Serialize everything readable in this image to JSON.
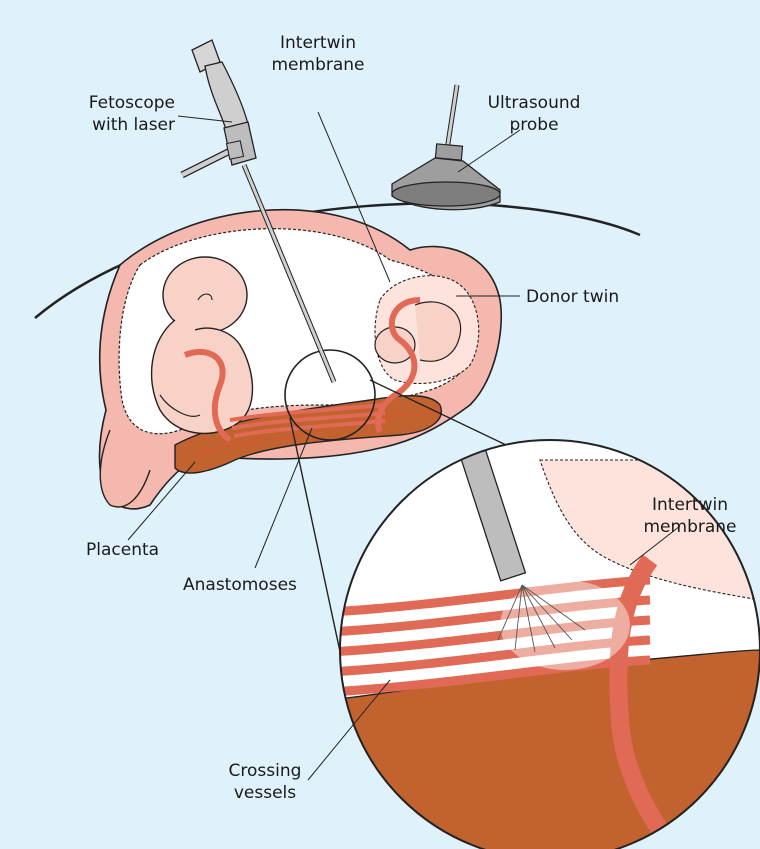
{
  "colors": {
    "background": "#dff1fa",
    "uterus_wall": "#f4b8ae",
    "fetus_skin": "#f8d2c6",
    "vessel": "#e06a55",
    "placenta": "#c2622f",
    "placenta_dark": "#9b4421",
    "probe_body": "#bdbdbd",
    "line": "#222222"
  },
  "labels": {
    "fetoscope_line1": "Fetoscope",
    "fetoscope_line2": "with laser",
    "intertwin_top_line1": "Intertwin",
    "intertwin_top_line2": "membrane",
    "ultrasound_line1": "Ultrasound",
    "ultrasound_line2": "probe",
    "donor_twin": "Donor twin",
    "placenta": "Placenta",
    "anastomoses": "Anastomoses",
    "intertwin_zoom_line1": "Intertwin",
    "intertwin_zoom_line2": "membrane",
    "crossing_line1": "Crossing",
    "crossing_line2": "vessels"
  },
  "icons": [
    "fetoscope-icon",
    "ultrasound-probe-icon",
    "laser-fibre-icon"
  ]
}
